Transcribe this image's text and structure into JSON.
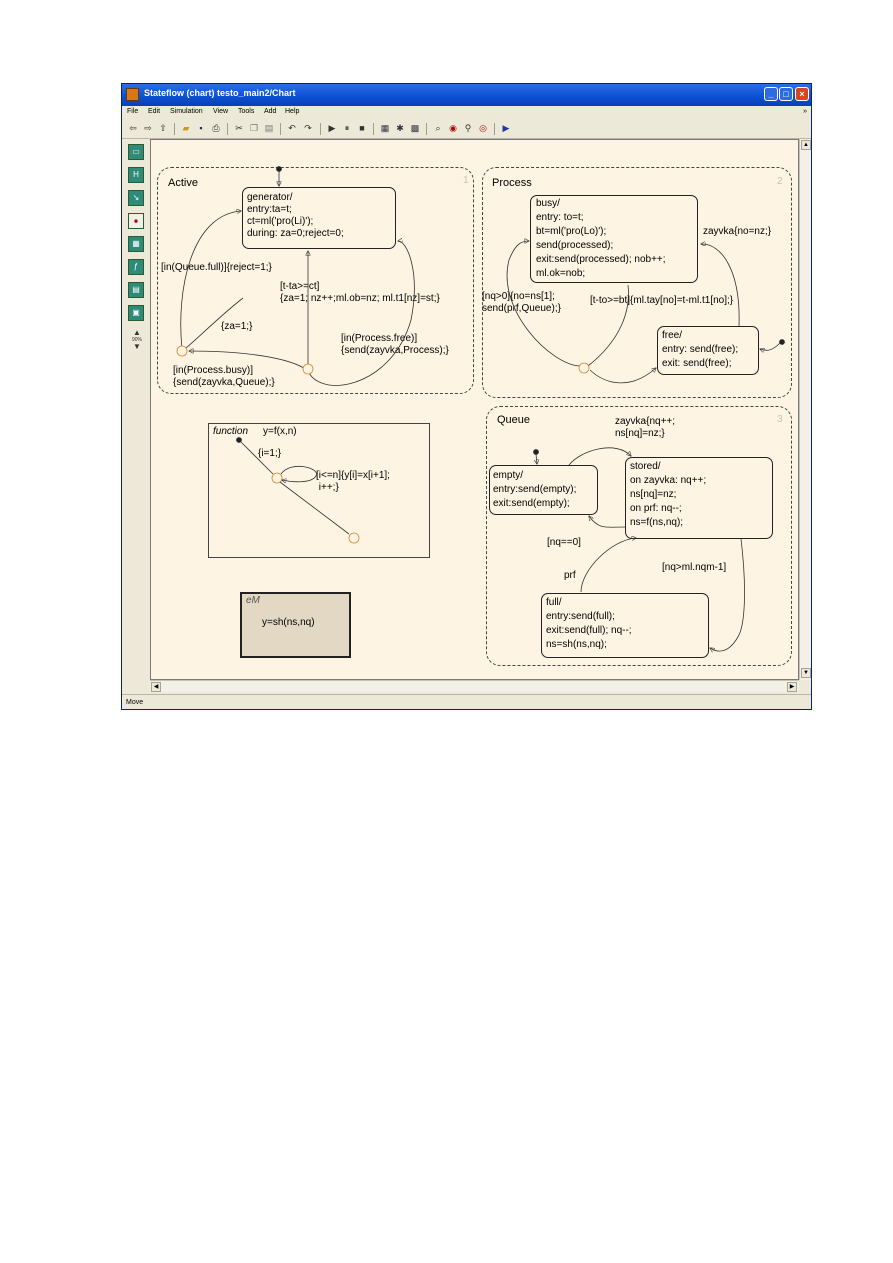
{
  "window": {
    "title": "Stateflow (chart) testo_main2/Chart",
    "controls": {
      "minimize": "_",
      "maximize": "□",
      "close": "×"
    }
  },
  "menu": {
    "items": [
      "File",
      "Edit",
      "Simulation",
      "View",
      "Tools",
      "Add",
      "Help"
    ],
    "overflow": "»"
  },
  "toolbar": {
    "icons": [
      "back-icon",
      "forward-icon",
      "up-icon",
      "open-icon",
      "save-icon",
      "print-icon",
      "cut-icon",
      "copy-icon",
      "paste-icon",
      "undo-icon",
      "redo-icon",
      "start-icon",
      "pause-icon",
      "stop-icon",
      "build-icon",
      "debug-icon",
      "explore-icon",
      "find-icon",
      "model-explorer-icon",
      "target-icon",
      "debugger-icon",
      "simulink-icon"
    ]
  },
  "palette": {
    "tools": [
      "state-tool-icon",
      "history-junction-tool-icon",
      "default-transition-tool-icon",
      "connective-junction-tool-icon",
      "truth-table-tool-icon",
      "function-tool-icon",
      "embedded-function-tool-icon",
      "box-tool-icon"
    ],
    "zoom_label": "90%"
  },
  "chart": {
    "active": {
      "label": "Active",
      "number": "1",
      "generator": [
        "generator/",
        "entry:ta=t;",
        "ct=ml('pro(Li)');",
        "during: za=0;reject=0;"
      ],
      "t_queue_full": "[in(Queue.full)]{reject=1;}",
      "t_ct": "[t-ta>=ct]\n{za=1; nz++;ml.ob=nz; ml.t1[nz]=st;}",
      "t_za": "{za=1;}",
      "t_free": "[in(Process.free)]\n{send(zayvka,Process);}",
      "t_busy": "[in(Process.busy)]\n{send(zayvka,Queue);}"
    },
    "process": {
      "label": "Process",
      "number": "2",
      "busy": [
        "busy/",
        "entry: to=t;",
        "bt=ml('pro(Lo)');",
        "send(processed);",
        "exit:send(processed); nob++;",
        "ml.ok=nob;"
      ],
      "free": [
        "free/",
        "entry: send(free);",
        "exit: send(free);"
      ],
      "t_zayvka": "zayvka{no=nz;}",
      "t_nq": "[nq>0]{no=ns[1];\nsend(prf,Queue);}",
      "t_bt": "[t-to>=bt]{ml.tay[no]=t-ml.t1[no];}"
    },
    "queue": {
      "label": "Queue",
      "number": "3",
      "empty": [
        "empty/",
        "entry:send(empty);",
        "exit:send(empty);"
      ],
      "stored": [
        "stored/",
        "on zayvka: nq++;",
        "ns[nq]=nz;",
        "on prf: nq--;",
        "ns=f(ns,nq);"
      ],
      "full": [
        "full/",
        "entry:send(full);",
        "exit:send(full); nq--;",
        "ns=sh(ns,nq);"
      ],
      "t_zayvka": "zayvka{nq++;\nns[nq]=nz;}",
      "t_nq0": "[nq==0]",
      "t_prf": "prf",
      "t_nqm": "[nq>ml.nqm-1]"
    },
    "function": {
      "keyword": "function",
      "signature": "y=f(x,n)",
      "t_init": "{i=1;}",
      "t_loop": "[i<=n]{y[i]=x[i+1];\n i++;}"
    },
    "em": {
      "label": "eM",
      "body": "y=sh(ns,nq)"
    }
  },
  "status": {
    "text": "Move"
  }
}
